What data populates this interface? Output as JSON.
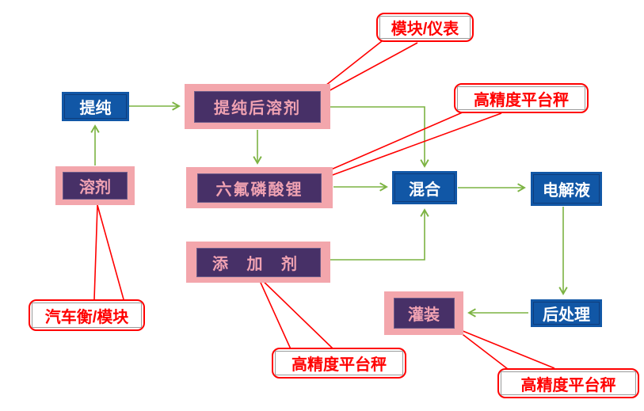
{
  "diagram": {
    "nodes": {
      "purify": "提纯",
      "purified_solvent": "提纯后溶剂",
      "solvent": "溶剂",
      "lipf6": "六氟磷酸锂",
      "additive": "添 加 剂",
      "mix": "混合",
      "electrolyte": "电解液",
      "post_process": "后处理",
      "filling": "灌装"
    },
    "callouts": {
      "module_instrument": "模块/仪表",
      "platform_scale_top": "高精度平台秤",
      "truck_scale": "汽车衡/模块",
      "platform_scale_bottom": "高精度平台秤",
      "platform_scale_right": "高精度平台秤"
    },
    "colors": {
      "process_box_blue": "#1157A6",
      "material_box_purple": "#473067",
      "material_highlight_pink": "#F3A6AC",
      "material_text_pink": "#F0A2B2",
      "connector_green": "#7CB342",
      "callout_red": "#FF0000"
    }
  }
}
